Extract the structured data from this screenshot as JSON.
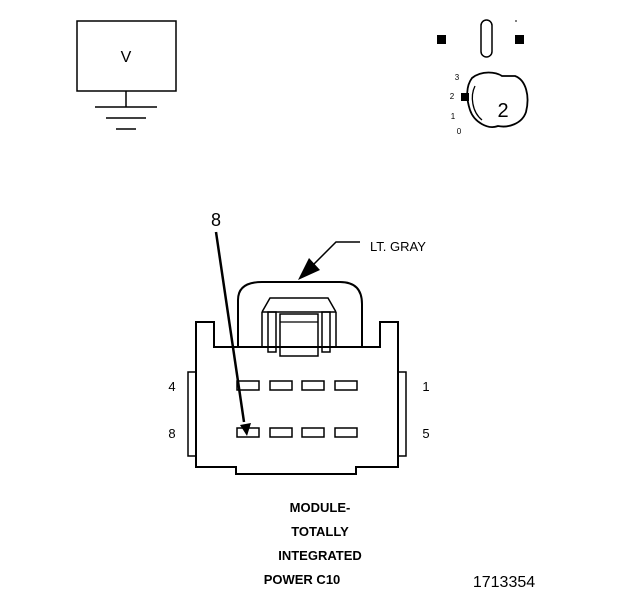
{
  "meter": {
    "label": "V"
  },
  "selector": {
    "positions": [
      "3",
      "2",
      "1",
      "0"
    ],
    "current": "2"
  },
  "connector": {
    "callout_pin": "8",
    "color_label": "LT. GRAY",
    "pin_labels": {
      "top_left": "4",
      "top_right": "1",
      "bottom_left": "8",
      "bottom_right": "5"
    },
    "name_lines": [
      "MODULE-",
      "TOTALLY",
      "INTEGRATED",
      "POWER C10"
    ]
  },
  "figure_id": "1713354"
}
